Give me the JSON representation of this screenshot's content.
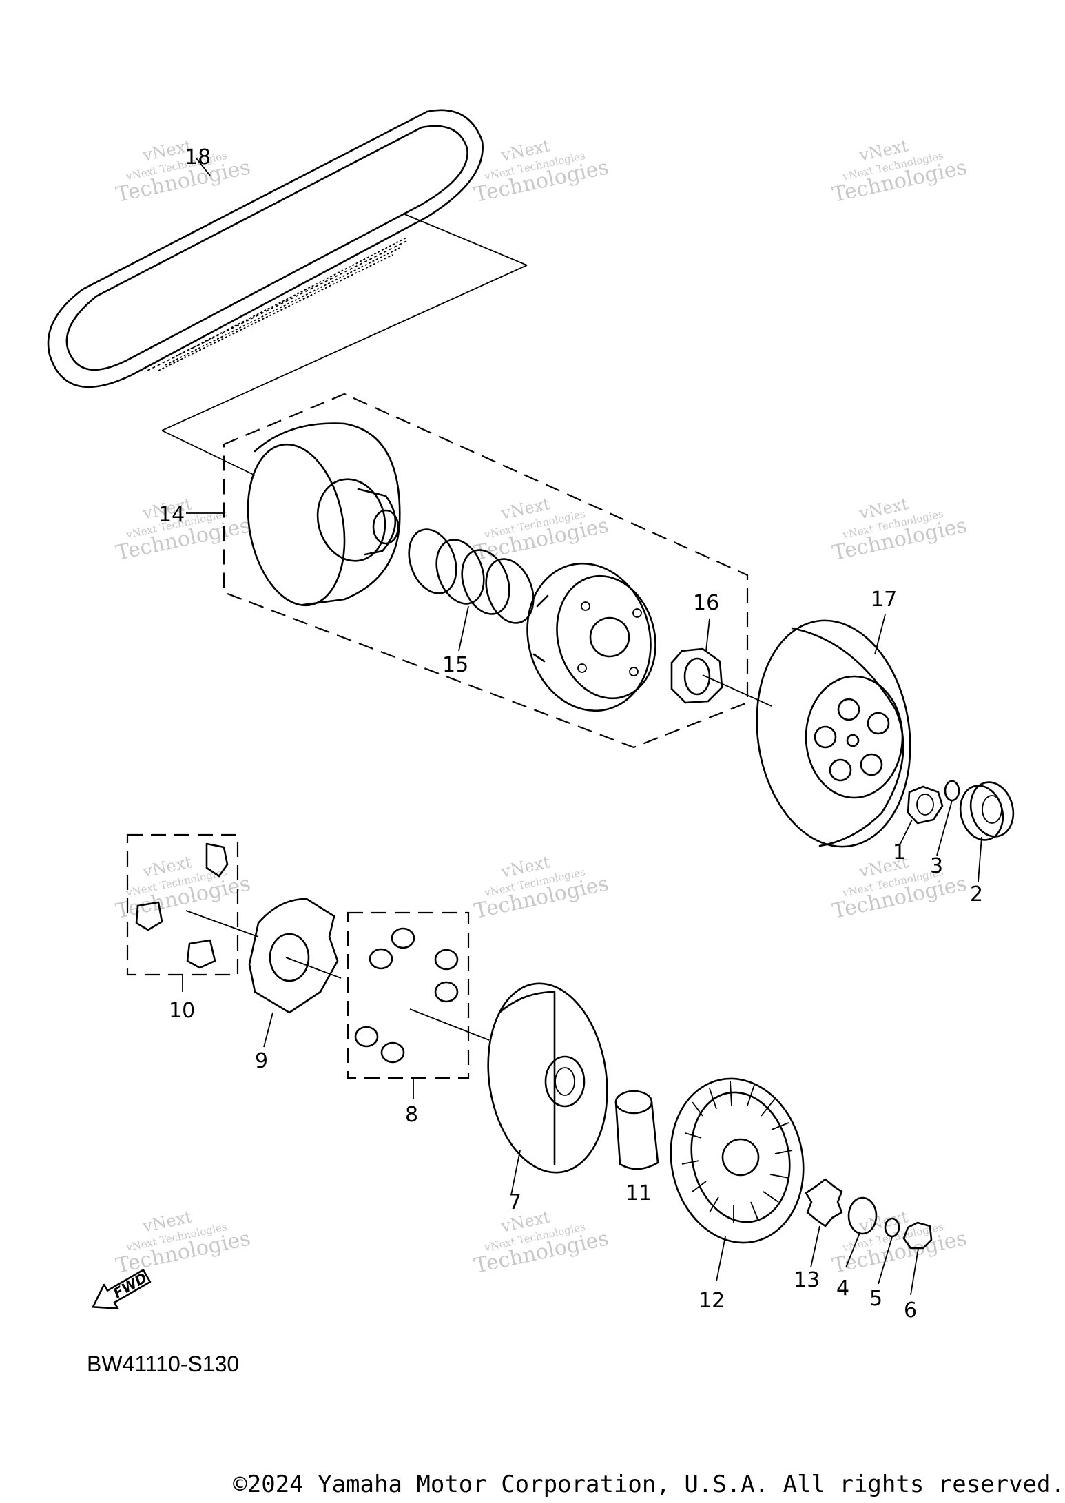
{
  "diagram": {
    "part_numbers": [
      "1",
      "2",
      "3",
      "4",
      "5",
      "6",
      "7",
      "8",
      "9",
      "10",
      "11",
      "12",
      "13",
      "14",
      "15",
      "16",
      "17",
      "18"
    ],
    "fwd_label": "FWD",
    "diagram_code": "BW41110-S130",
    "copyright": "©2024 Yamaha Motor Corporation, U.S.A. All rights reserved.",
    "watermark": {
      "line1": "vNext",
      "line2": "vNext Technologies",
      "line3": "Technologies",
      "color": "#c8c8c8"
    }
  }
}
